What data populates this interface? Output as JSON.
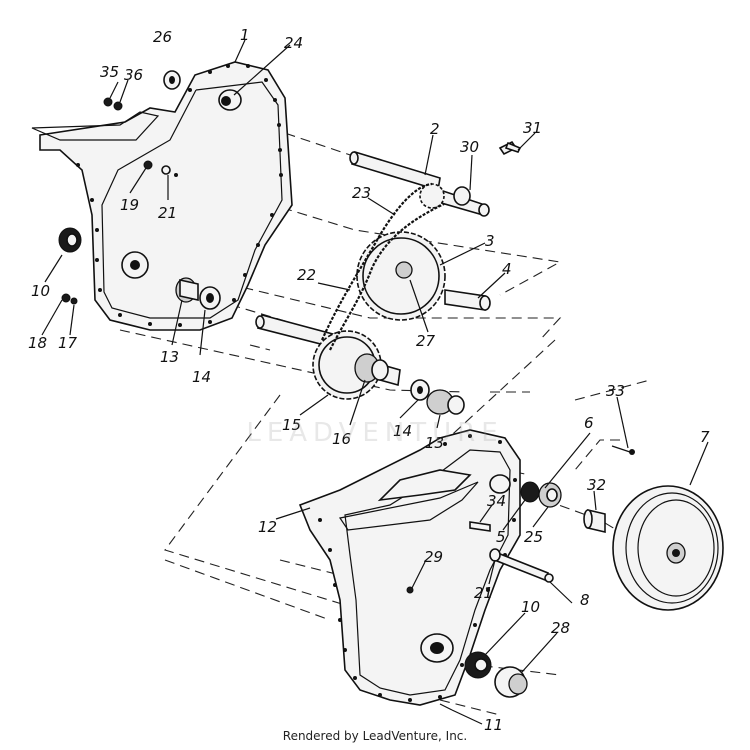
{
  "watermark": "LEADVENTURE",
  "footer": {
    "credit": "Rendered by LeadVenture, Inc."
  },
  "callouts": [
    {
      "id": "c26",
      "text": "26"
    },
    {
      "id": "c1",
      "text": "1"
    },
    {
      "id": "c24",
      "text": "24"
    },
    {
      "id": "c35",
      "text": "35"
    },
    {
      "id": "c36",
      "text": "36"
    },
    {
      "id": "c2",
      "text": "2"
    },
    {
      "id": "c30",
      "text": "30"
    },
    {
      "id": "c31",
      "text": "31"
    },
    {
      "id": "c19",
      "text": "19"
    },
    {
      "id": "c21a",
      "text": "21"
    },
    {
      "id": "c23",
      "text": "23"
    },
    {
      "id": "c3",
      "text": "3"
    },
    {
      "id": "c10a",
      "text": "10"
    },
    {
      "id": "c22",
      "text": "22"
    },
    {
      "id": "c4",
      "text": "4"
    },
    {
      "id": "c18",
      "text": "18"
    },
    {
      "id": "c17",
      "text": "17"
    },
    {
      "id": "c13a",
      "text": "13"
    },
    {
      "id": "c14a",
      "text": "14"
    },
    {
      "id": "c27",
      "text": "27"
    },
    {
      "id": "c15",
      "text": "15"
    },
    {
      "id": "c16",
      "text": "16"
    },
    {
      "id": "c14b",
      "text": "14"
    },
    {
      "id": "c13b",
      "text": "13"
    },
    {
      "id": "c33",
      "text": "33"
    },
    {
      "id": "c6",
      "text": "6"
    },
    {
      "id": "c7",
      "text": "7"
    },
    {
      "id": "c32",
      "text": "32"
    },
    {
      "id": "c34",
      "text": "34"
    },
    {
      "id": "c12",
      "text": "12"
    },
    {
      "id": "c5",
      "text": "5"
    },
    {
      "id": "c25",
      "text": "25"
    },
    {
      "id": "c29",
      "text": "29"
    },
    {
      "id": "c21b",
      "text": "21"
    },
    {
      "id": "c8",
      "text": "8"
    },
    {
      "id": "c10b",
      "text": "10"
    },
    {
      "id": "c28",
      "text": "28"
    },
    {
      "id": "c11",
      "text": "11"
    }
  ]
}
